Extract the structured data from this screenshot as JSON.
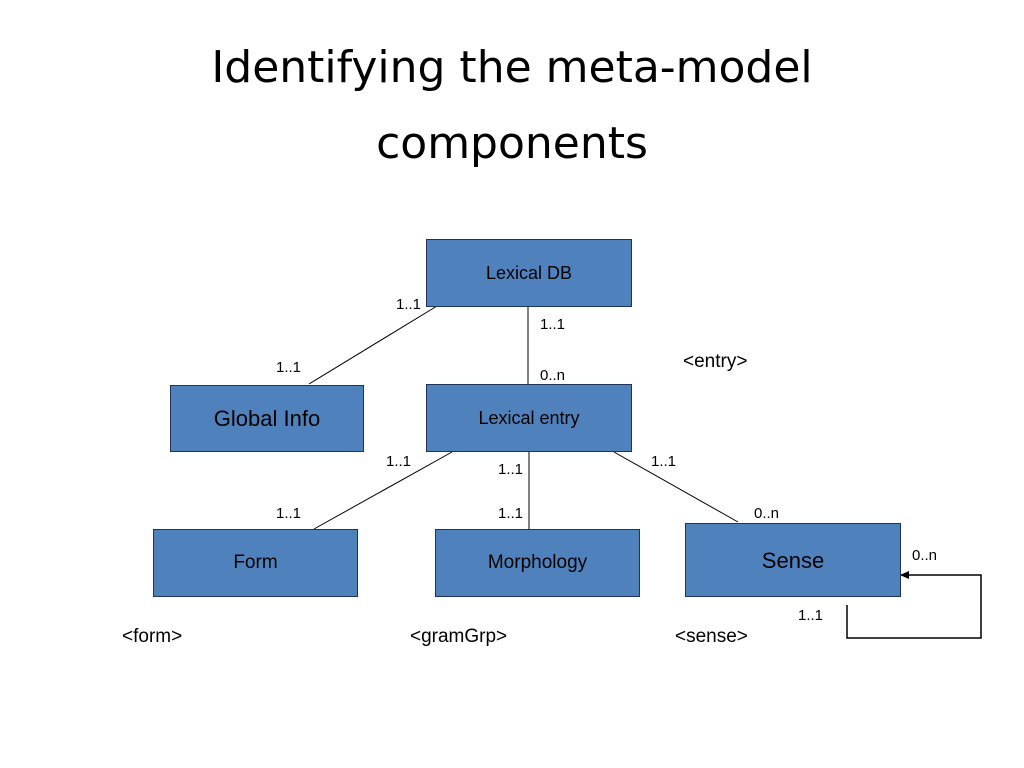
{
  "title": {
    "line1": "Identifying the meta-model",
    "line2": "components"
  },
  "diagram": {
    "nodes": {
      "lexical_db": "Lexical DB",
      "global_info": "Global Info",
      "lexical_entry": "Lexical entry",
      "form": "Form",
      "morphology": "Morphology",
      "sense": "Sense"
    },
    "multiplicities": {
      "db_to_global_at_db": "1..1",
      "db_to_global_at_global": "1..1",
      "db_to_entry_at_db": "1..1",
      "db_to_entry_at_entry": "0..n",
      "entry_to_form_at_entry": "1..1",
      "entry_to_form_at_form": "1..1",
      "entry_to_morph_at_entry": "1..1",
      "entry_to_morph_at_morph": "1..1",
      "entry_to_sense_at_entry": "1..1",
      "entry_to_sense_at_sense": "0..n",
      "sense_self_at_arrow": "0..n",
      "sense_self_at_source": "1..1"
    },
    "tei_tags": {
      "entry": "<entry>",
      "form": "<form>",
      "gramGrp": "<gramGrp>",
      "sense": "<sense>"
    }
  },
  "colors": {
    "box_fill": "#4f81bd",
    "box_border": "#1f3557",
    "connector": "#000000"
  }
}
